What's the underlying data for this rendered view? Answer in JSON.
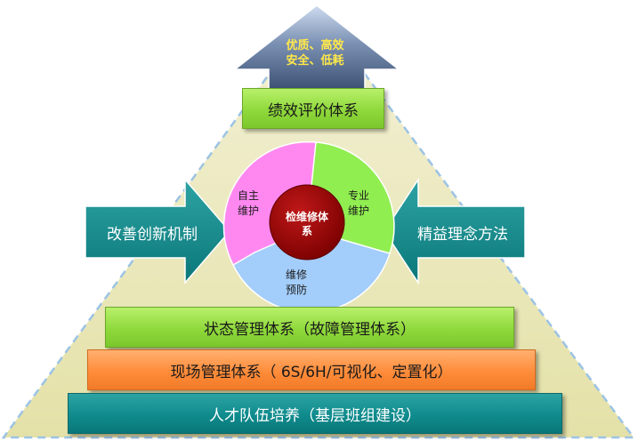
{
  "goal": {
    "line1": "优质、高效",
    "line2": "安全、低耗"
  },
  "levels": {
    "top": "绩效评价体系",
    "status": "状态管理体系（故障管理体系）",
    "field": "现场管理体系（ 6S/6H/可视化、定置化）",
    "base": "人才队伍培养（基层班组建设）"
  },
  "side_arrows": {
    "left": "改善创新机制",
    "right": "精益理念方法"
  },
  "cycle": {
    "segments": {
      "self": "自主\n维护",
      "pro": "专业\n维护",
      "prev": "维修\n预防"
    },
    "core": "检维修体\n系"
  },
  "colors": {
    "triangle_fill": "#ebe8b8",
    "triangle_border": "#9cc3e4",
    "pink": "#ff88f0",
    "green": "#90ee50",
    "blue": "#a3cdfa",
    "core": "#990000",
    "arrow_teal": "#0f8b8d",
    "goal_text": "#ffe84a"
  }
}
